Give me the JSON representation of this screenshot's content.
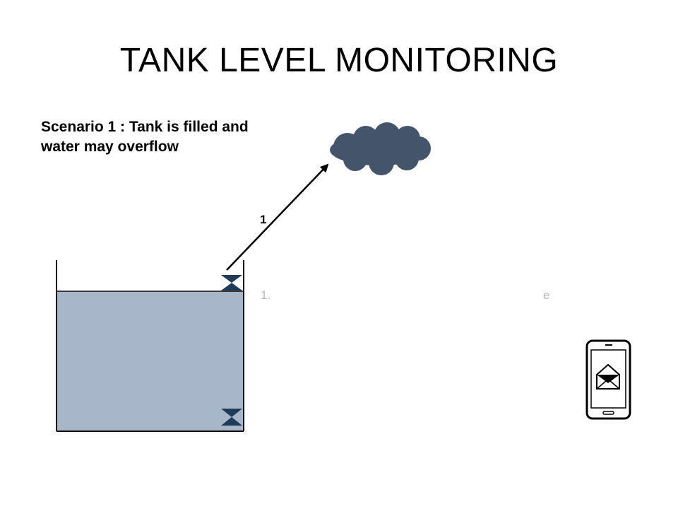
{
  "title": "TANK LEVEL MONITORING",
  "scenario": {
    "line1": "Scenario 1 : Tank is filled and",
    "line2": "water may overflow"
  },
  "arrow_label": "1",
  "faint_text": {
    "left": "1.",
    "right": "e"
  },
  "colors": {
    "water": "#a8b6c9",
    "tank_outline": "#000000",
    "cloud": "#44546a",
    "valve": "#1f3b57",
    "phone_outline": "#000000"
  },
  "icons": [
    "cloud-icon",
    "top-level-sensor-icon",
    "bottom-level-sensor-icon",
    "smartphone-icon",
    "envelope-icon"
  ]
}
